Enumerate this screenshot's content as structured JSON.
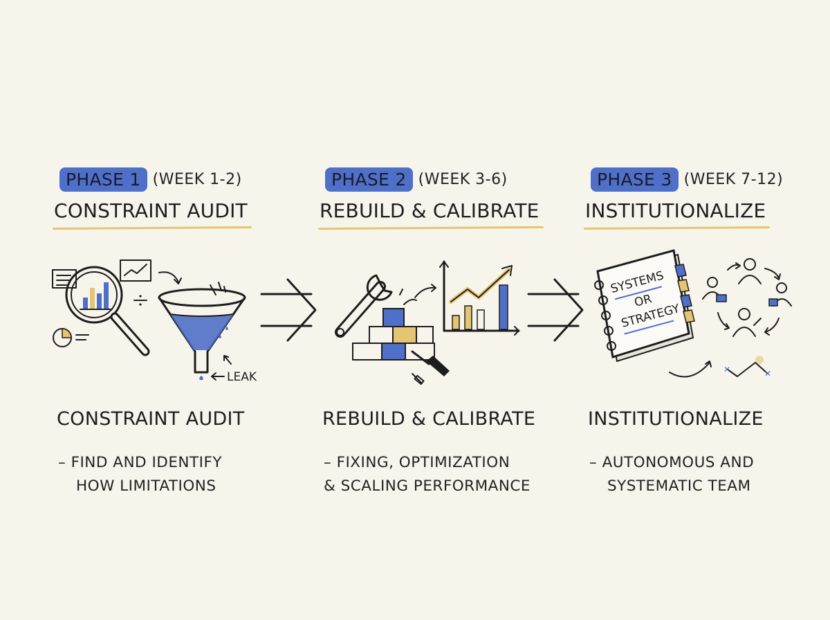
{
  "colors": {
    "blue": "#4f70c9",
    "gold": "#e3c572",
    "ink": "#1d1d1d",
    "paper": "#f7f4ec"
  },
  "phases": [
    {
      "badge": "PHASE 1",
      "week": "(WEEK 1-2)",
      "title": "CONSTRAINT AUDIT",
      "caption_title": "CONSTRAINT AUDIT",
      "desc_line1": "– FIND AND IDENTIFY",
      "desc_line2": "HOW LIMITATIONS",
      "illustration": {
        "icons": [
          "magnifier-icon",
          "bar-chart-icon",
          "pie-chart-icon",
          "funnel-icon"
        ],
        "label": "LEAK"
      }
    },
    {
      "badge": "PHASE 2",
      "week": "(WEEK 3-6)",
      "title": "REBUILD & CALIBRATE",
      "caption_title": "REBUILD & CALIBRATE",
      "desc_line1": "– FIXING, OPTIMIZATION",
      "desc_line2": "& SCALING PERFORMANCE",
      "illustration": {
        "icons": [
          "wrench-icon",
          "blocks-icon",
          "growth-chart-icon",
          "screwdriver-icon"
        ]
      }
    },
    {
      "badge": "PHASE 3",
      "week": "(WEEK 7-12)",
      "title": "INSTITUTIONALIZE",
      "caption_title": "INSTITUTIONALIZE",
      "desc_line1": "– AUTONOMOUS AND",
      "desc_line2": "SYSTEMATIC TEAM",
      "illustration": {
        "icons": [
          "notebook-icon",
          "team-cycle-icon"
        ],
        "notebook_lines": [
          "SYSTEMS",
          "OR",
          "STRATEGY"
        ]
      }
    }
  ]
}
